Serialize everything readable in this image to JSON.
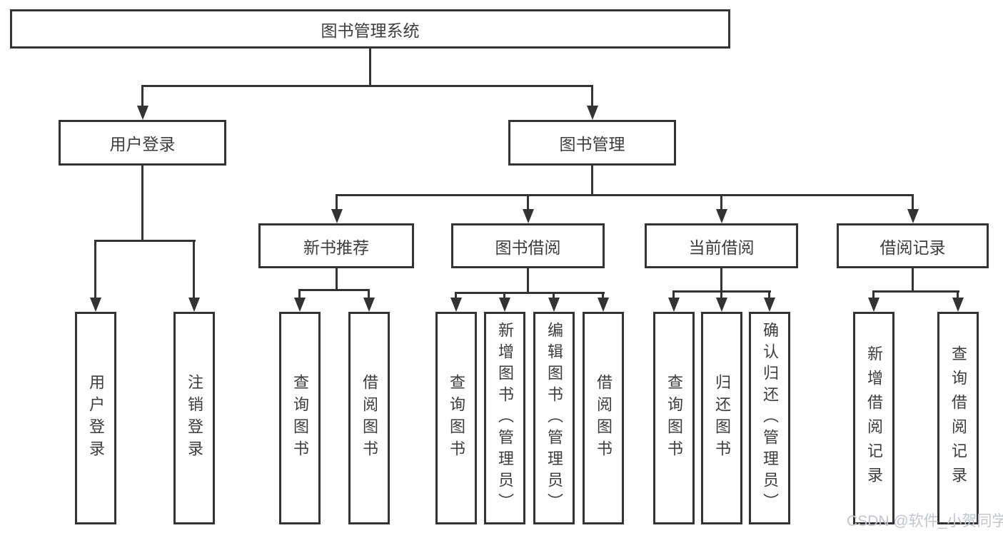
{
  "diagram": {
    "title": "图书管理系统",
    "level2": {
      "user_login": "用户登录",
      "book_mgmt": "图书管理"
    },
    "level3": {
      "new_book_rec": "新书推荐",
      "book_borrow": "图书借阅",
      "current_borrow": "当前借阅",
      "borrow_records": "借阅记录"
    },
    "leaves": {
      "user_login": [
        "用户登录",
        "注销登录"
      ],
      "new_book_rec": [
        "查询图书",
        "借阅图书"
      ],
      "book_borrow": [
        "查询图书",
        "新增图书（管理员）",
        "编辑图书（管理员）",
        "借阅图书"
      ],
      "current_borrow": [
        "查询图书",
        "归还图书",
        "确认归还（管理员）"
      ],
      "borrow_records": [
        "新增借阅记录",
        "查询借阅记录"
      ]
    }
  },
  "watermark": "CSDN @软件_小贺同学",
  "colors": {
    "line": "#333333",
    "text": "#3d3d3d",
    "watermark": "#c2c6cb",
    "background": "#ffffff"
  }
}
